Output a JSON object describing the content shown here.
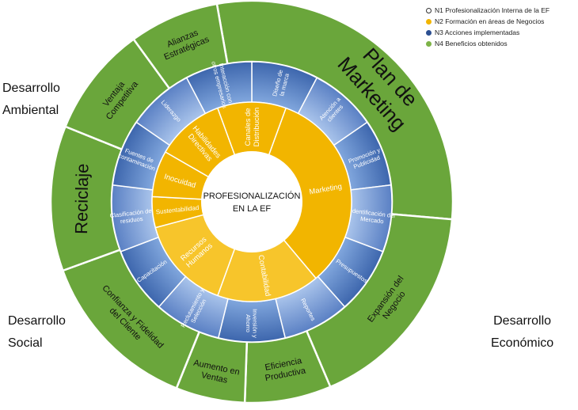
{
  "center": {
    "line1": "PROFESIONALIZACIÓN",
    "line2": "EN LA EF"
  },
  "legend": [
    {
      "label": "N1 Profesionalización Interna de la EF",
      "color": "#ffffff"
    },
    {
      "label": "N2 Formación en áreas de Negocios",
      "color": "#f2b500"
    },
    {
      "label": "N3 Acciones implementadas",
      "color": "#2c4f91"
    },
    {
      "label": "N4 Beneficios obtenidos",
      "color": "#7db347"
    }
  ],
  "colors": {
    "green": "#6aa63b",
    "blue_dark": "#3d66ad",
    "blue_light": "#7fa5dc",
    "yellow": "#f2b500",
    "yellow_light": "#f7c52b"
  },
  "outside_labels": {
    "ambiental": [
      "Desarrollo",
      "Ambiental"
    ],
    "social": [
      "Desarrollo",
      "Social"
    ],
    "economico": [
      "Desarrollo",
      "Económico"
    ]
  },
  "n2": [
    "Marketing",
    "Contabilidad",
    "Recursos Humanos",
    "Sustentabilidad",
    "Inocuidad",
    "Habilidades Directivas",
    "Canales de Distribución"
  ],
  "n3": [
    "Diseño de la marca",
    "Atención a clientes",
    "Promoción y Publicidad",
    "Identificación del Mercado",
    "Presupuestos",
    "Reportes",
    "Inversión y Ahorro",
    "Reclutamiento y Selección",
    "Capacitación",
    "Clasificación de residuos",
    "Fuentes de contaminación",
    "Liderazgo",
    "Interacción con otros empresarios"
  ],
  "n4": [
    "Plan de Marketing",
    "Expansión del Negocio",
    "Eficiencia Productiva",
    "Aumento en Ventas",
    "Confianza y Fidelidad del Cliente",
    "Reciclaje",
    "Ventaja Competitiva",
    "Alianzas Estratégicas"
  ]
}
